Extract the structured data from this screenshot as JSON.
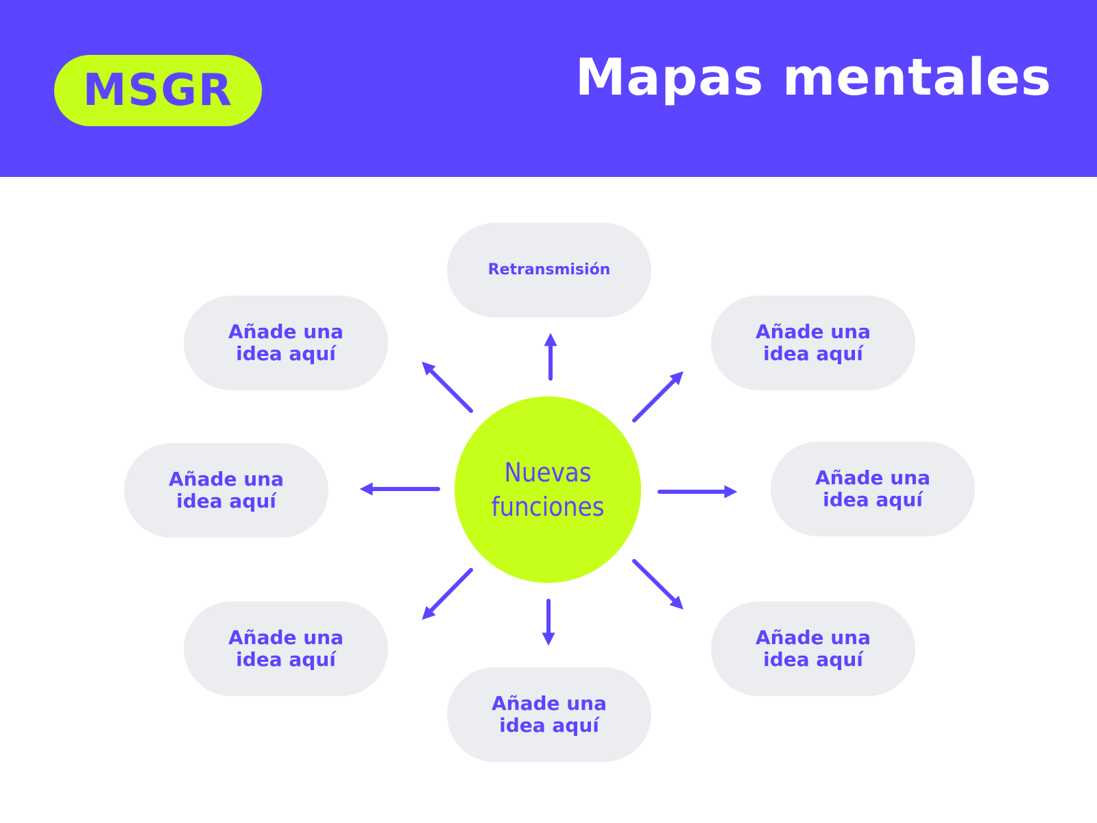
{
  "header": {
    "logo_text": "MSGR",
    "title": "Mapas mentales"
  },
  "colors": {
    "primary": "#5b45ff",
    "accent": "#c6ff1a",
    "node_background": "#ebedf0",
    "background": "#ffffff"
  },
  "mind_map": {
    "center": "Nuevas funciones",
    "branches": [
      "Retransmisión",
      "Añade una idea aquí",
      "Añade una idea aquí",
      "Añade una idea aquí",
      "Añade una idea aquí",
      "Añade una idea aquí",
      "Añade una idea aquí",
      "Añade una idea aquí"
    ]
  }
}
